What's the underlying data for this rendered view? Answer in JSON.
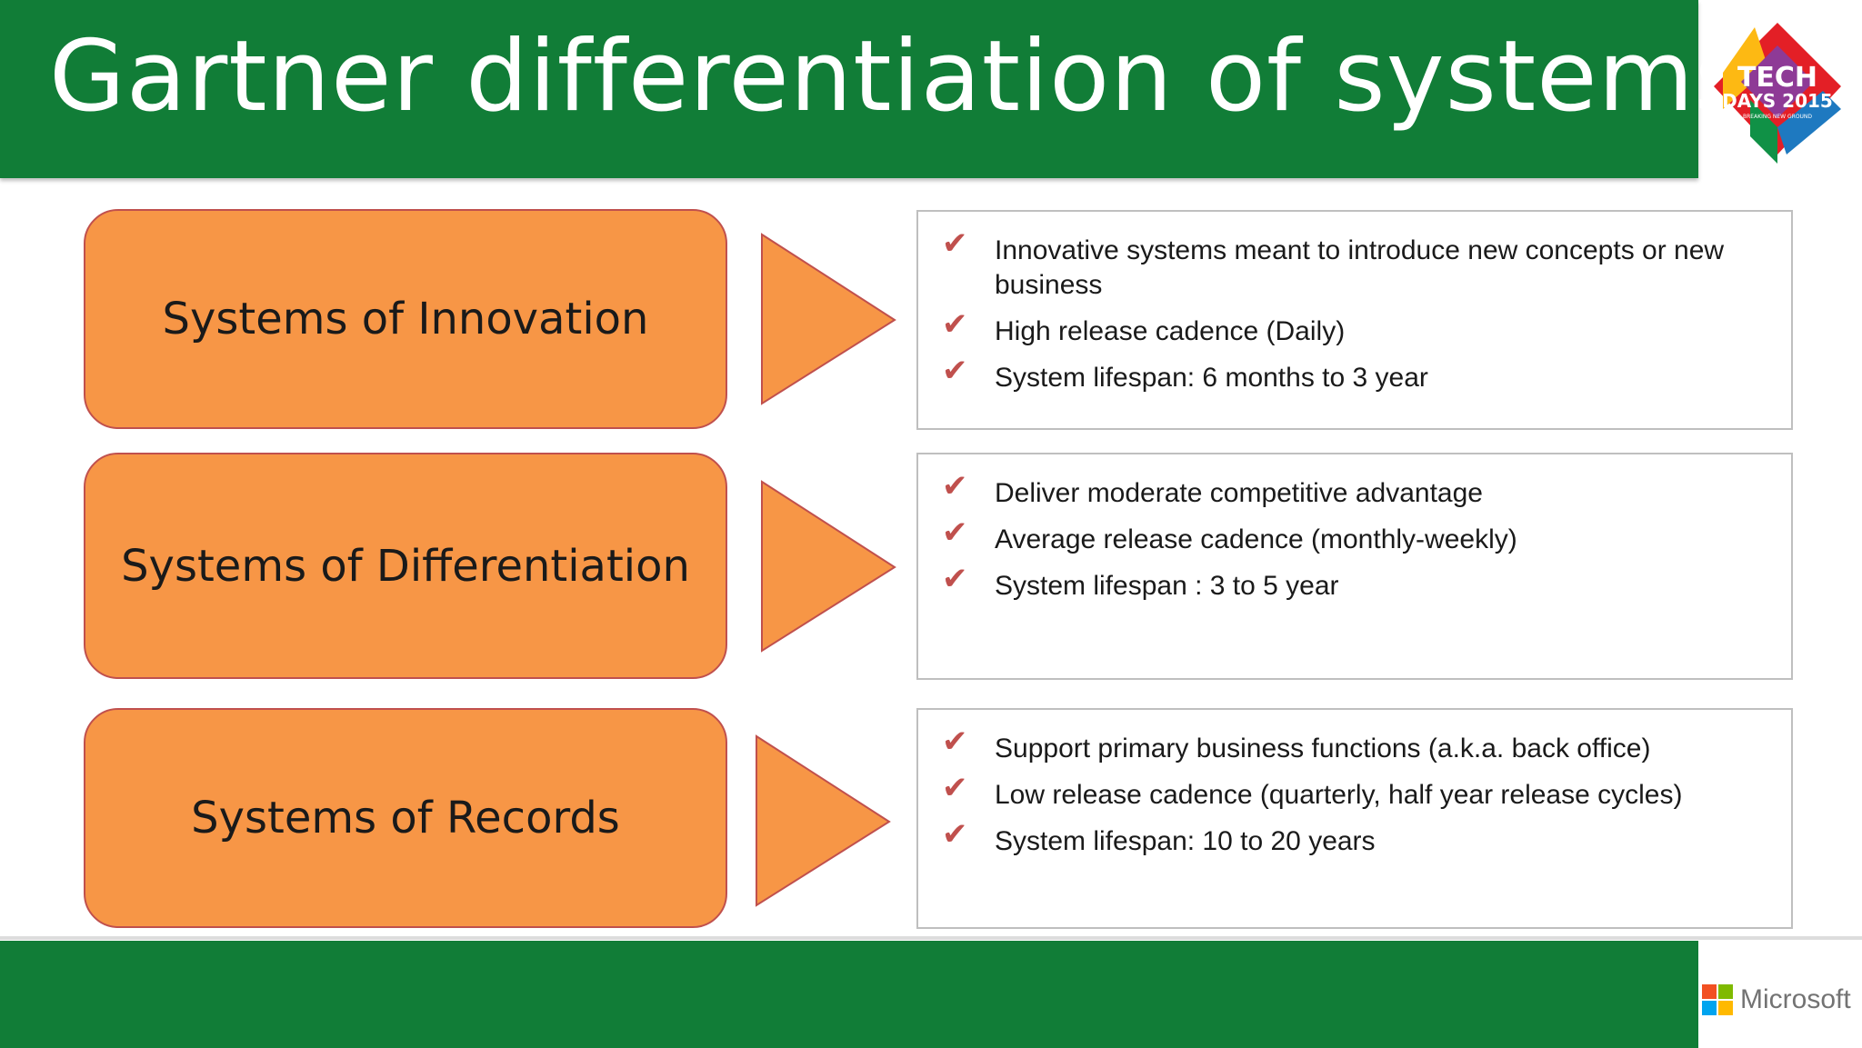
{
  "header": {
    "title": "Gartner differentiation of systems",
    "logo_text": "TECH DAYS 2015 BREAKING NEW GROUND"
  },
  "footer": {
    "brand": "Microsoft"
  },
  "colors": {
    "green": "#117d37",
    "orange": "#f79646",
    "border": "#c0504d"
  },
  "systems": [
    {
      "label": "Systems of Innovation",
      "points": [
        "Innovative systems meant to introduce new concepts or new business",
        "High release cadence (Daily)",
        "System lifespan: 6 months  to 3 year"
      ]
    },
    {
      "label": "Systems of Differentiation",
      "points": [
        "Deliver moderate competitive advantage",
        "Average release cadence (monthly-weekly)",
        "System lifespan : 3 to 5 year"
      ]
    },
    {
      "label": "Systems of Records",
      "points": [
        "Support primary business functions (a.k.a. back office)",
        "Low release cadence (quarterly, half year release cycles)",
        "System lifespan: 10 to 20 years"
      ]
    }
  ]
}
